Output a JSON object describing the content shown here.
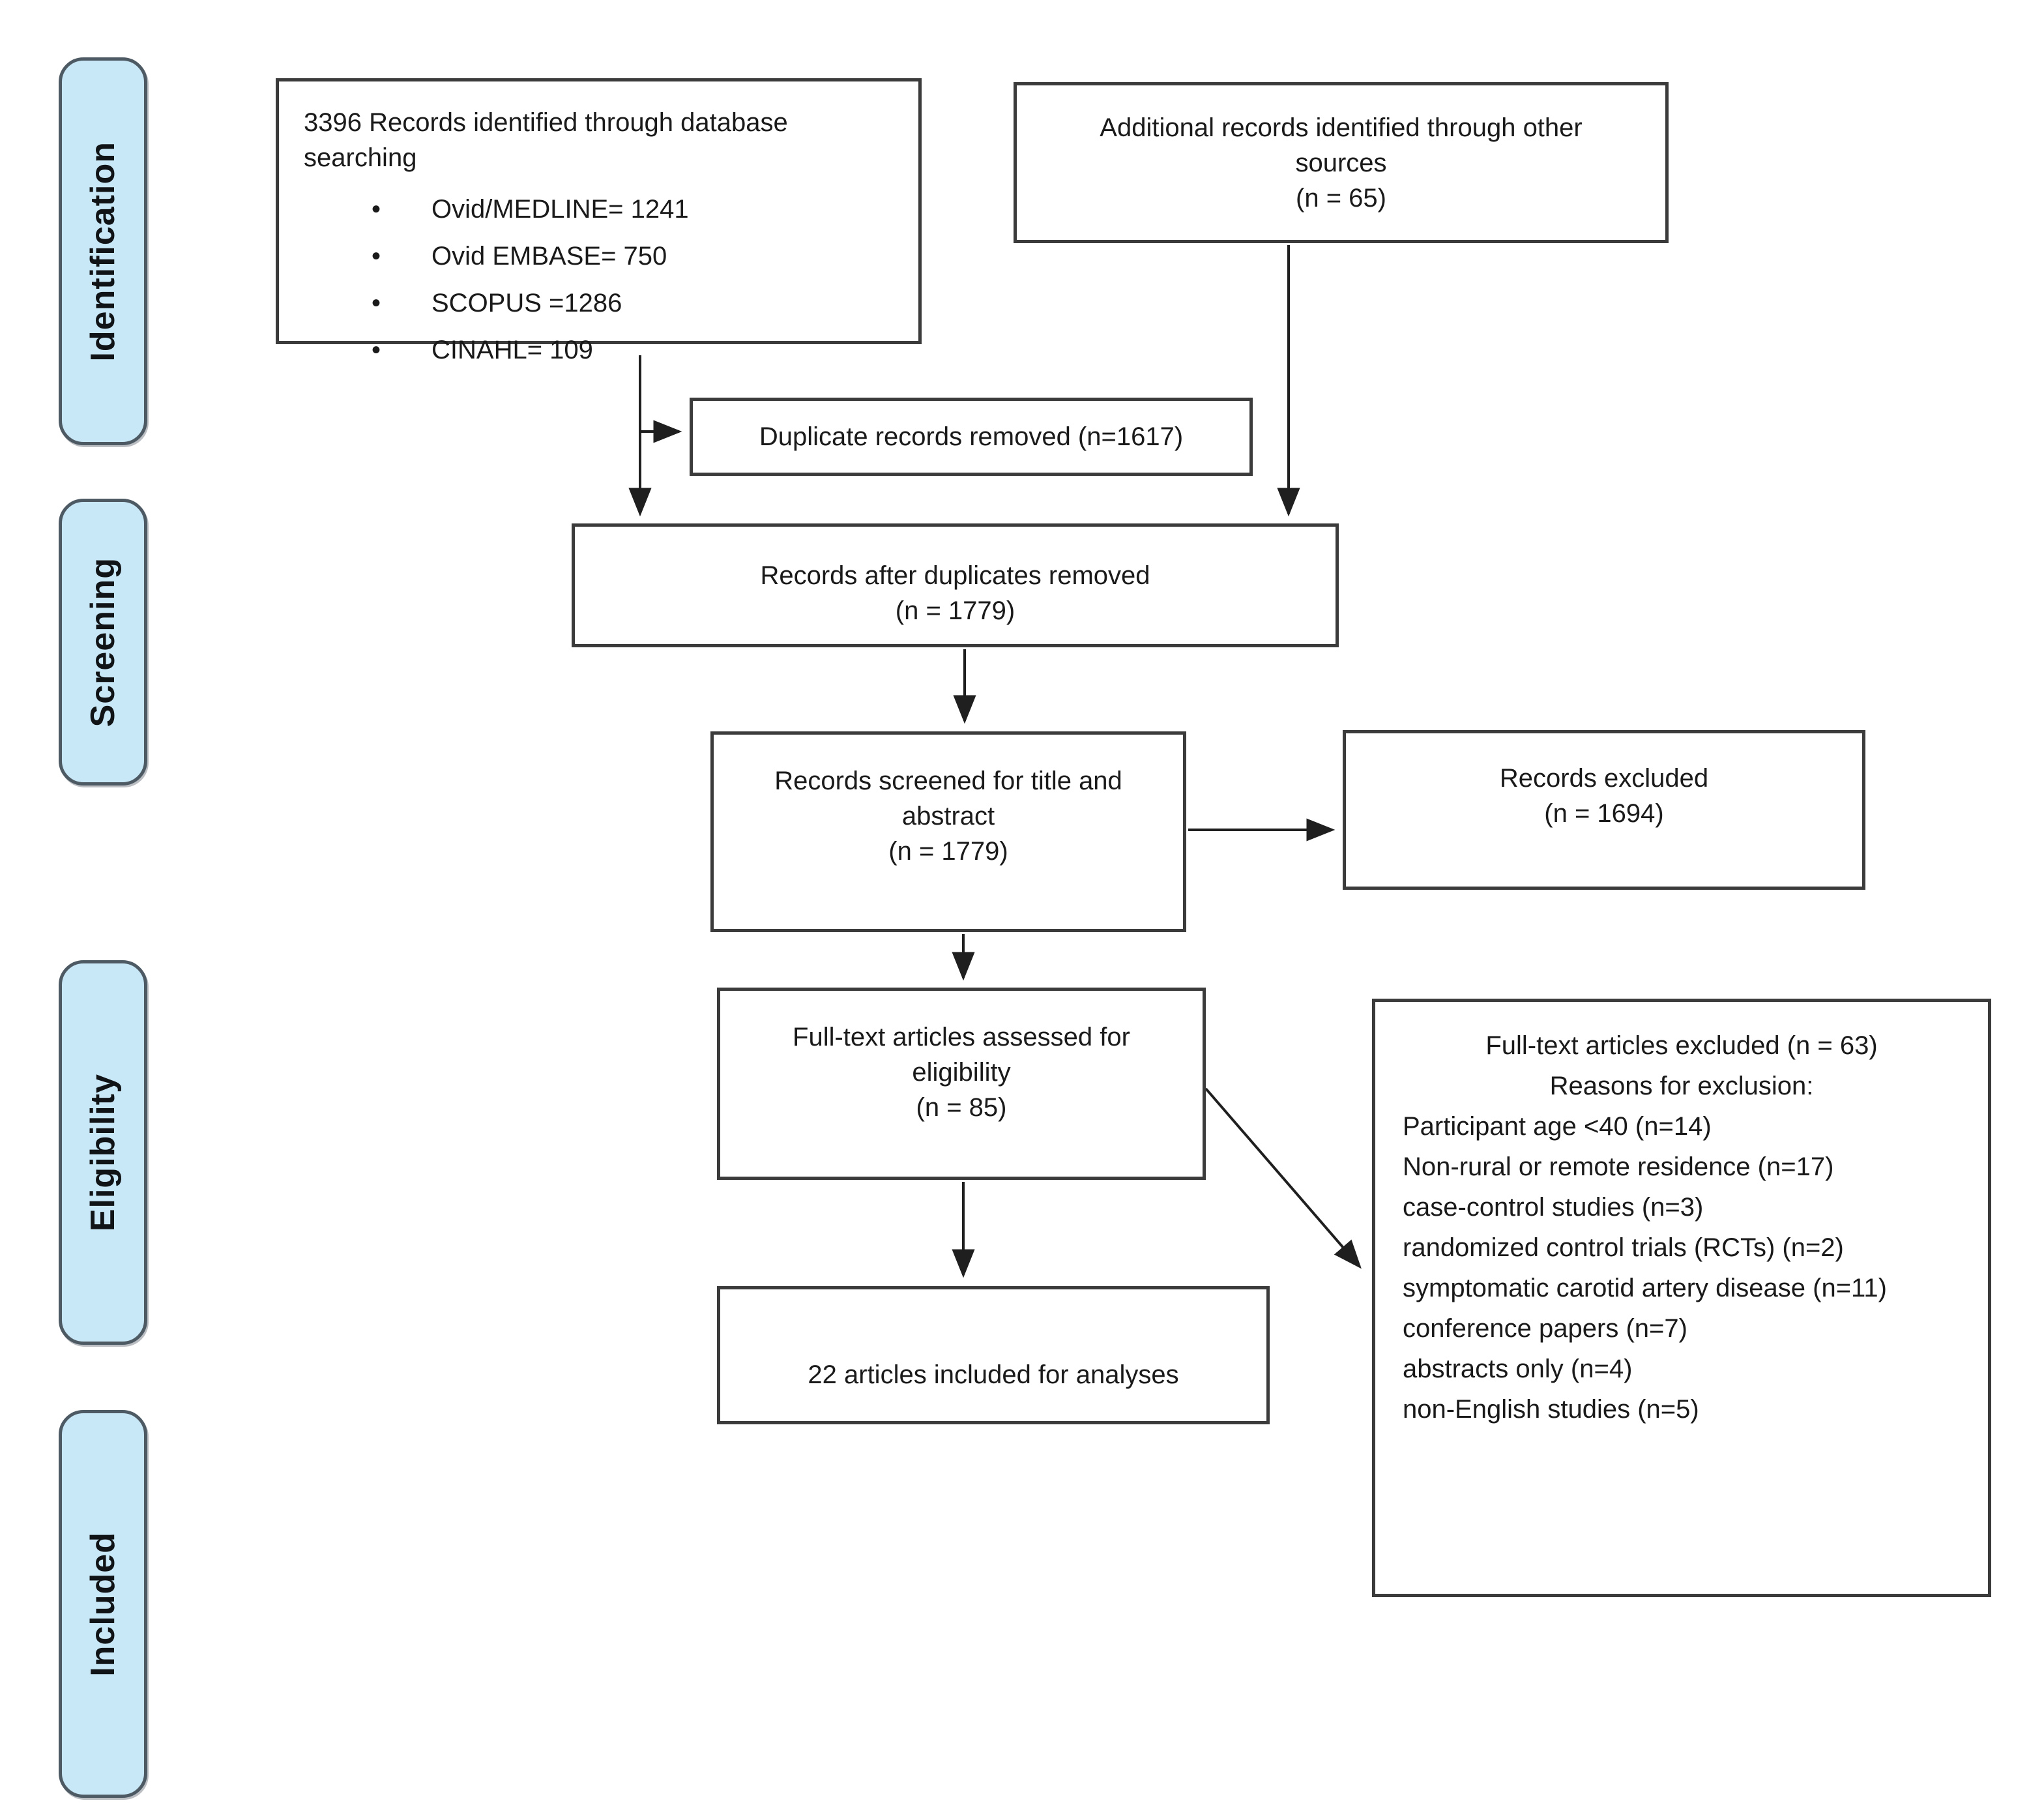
{
  "diagram_title": "PRISMA flow diagram",
  "colors": {
    "stage_fill": "#c9e8f7",
    "stage_border": "#4d5a64",
    "box_border": "#3b3b3b",
    "arrow": "#1f1f1f",
    "text": "#1a1a1a",
    "background": "#ffffff"
  },
  "stages": [
    {
      "label": "Identification"
    },
    {
      "label": "Screening"
    },
    {
      "label": "Eligibility"
    },
    {
      "label": "Included"
    }
  ],
  "boxes": {
    "database_search": {
      "lines": [
        "3396 Records identified through database",
        "searching"
      ],
      "bullet_icon": "•",
      "bullets": [
        "Ovid/MEDLINE= 1241",
        "Ovid EMBASE= 750",
        "SCOPUS =1286",
        "CINAHL= 109"
      ]
    },
    "other_sources": {
      "lines": [
        "Additional records identified through other",
        "sources",
        "(n = 65)"
      ]
    },
    "duplicates_removed": {
      "lines": [
        "Duplicate records removed (n=1617)"
      ]
    },
    "after_duplicates": {
      "lines": [
        "Records after duplicates removed",
        "(n = 1779)"
      ]
    },
    "screened": {
      "lines": [
        "Records screened for title and",
        "abstract",
        "(n = 1779)"
      ]
    },
    "records_excluded": {
      "lines": [
        "Records excluded",
        "(n = 1694)"
      ]
    },
    "fulltext_assessed": {
      "lines": [
        "Full-text articles assessed for",
        "eligibility",
        "(n = 85)"
      ]
    },
    "fulltext_excluded": {
      "title": "Full-text articles excluded (n = 63)",
      "subtitle": "Reasons for exclusion:",
      "reasons": [
        "Participant age <40 (n=14)",
        "Non-rural or remote residence (n=17)",
        "case-control studies (n=3)",
        "randomized control trials (RCTs) (n=2)",
        "symptomatic carotid artery disease (n=11)",
        "conference papers (n=7)",
        "abstracts only (n=4)",
        "non-English studies (n=5)"
      ]
    },
    "included_articles": {
      "lines": [
        "22 articles included for analyses"
      ]
    }
  }
}
